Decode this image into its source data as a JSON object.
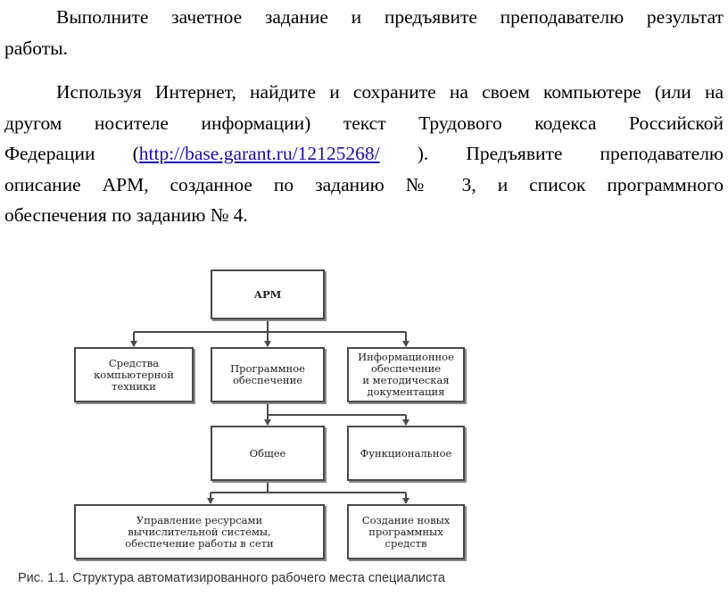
{
  "text": {
    "p1_l1": "Выполните зачетное задание и предъявите преподавателю результат",
    "p1_l2": "работы.",
    "p2_l1": "Используя Интернет, найдите и сохраните на своем компьютере (или на",
    "p2_l2": "другом носителе информации) текст Трудового кодекса Российской",
    "p2_l3_pre": "Федерации (",
    "link": "http://base.garant.ru/12125268/",
    "p2_l3_post": " ). Предъявите преподавателю",
    "p2_l4": "описание АРМ, созданное по заданию № 3, и список программного",
    "p2_l5": "обеспечения по заданию № 4."
  },
  "diagram": {
    "arm": "АРМ",
    "hardware": "Средства\nкомпьютерной\nтехники",
    "software": "Программное\nобеспечение",
    "info": "Информационное\nобеспечение\nи методическая\nдокументация",
    "general": "Общее",
    "functional": "Функциональное",
    "resources": "Управление ресурсами\nвычислительной системы,\nобеспечение работы в сети",
    "newtools": "Создание новых\nпрограммных\nсредств",
    "caption": "Рис. 1.1. Структура автоматизированного рабочего места специалиста"
  }
}
